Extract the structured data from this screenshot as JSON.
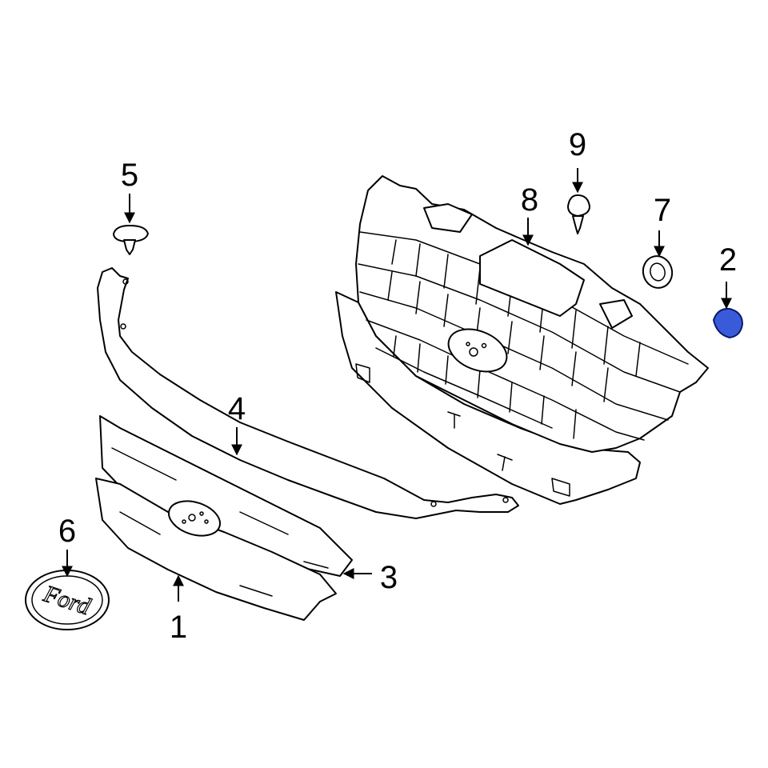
{
  "callouts": [
    {
      "id": "1",
      "label": "1"
    },
    {
      "id": "2",
      "label": "2"
    },
    {
      "id": "3",
      "label": "3"
    },
    {
      "id": "4",
      "label": "4"
    },
    {
      "id": "5",
      "label": "5"
    },
    {
      "id": "6",
      "label": "6"
    },
    {
      "id": "7",
      "label": "7"
    },
    {
      "id": "8",
      "label": "8"
    },
    {
      "id": "9",
      "label": "9"
    }
  ],
  "emblem_text": "Ford",
  "colors": {
    "line": "#000000",
    "background": "#ffffff",
    "highlight_fill": "#3a5bd9",
    "highlight_stroke": "#0a1a6e"
  },
  "highlighted_part": "2"
}
